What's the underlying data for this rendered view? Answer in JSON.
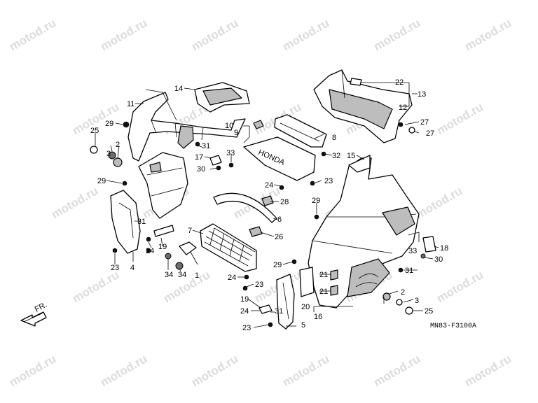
{
  "watermark": "motod.ru",
  "diagram_code": "MN83-F3100A",
  "direction_label": "FR.",
  "emblem_text": "HONDA",
  "callouts": {
    "c1": "1",
    "c2a": "2",
    "c2b": "2",
    "c3a": "3",
    "c3b": "3",
    "c4": "4",
    "c5": "5",
    "c6": "6",
    "c7": "7",
    "c8": "8",
    "c9": "9",
    "c10": "10",
    "c11": "11",
    "c12": "12",
    "c13": "13",
    "c14": "14",
    "c15": "15",
    "c16": "16",
    "c17": "17",
    "c18": "18",
    "c19a": "19",
    "c19b": "19",
    "c20": "20",
    "c21a": "21",
    "c21b": "21",
    "c22": "22",
    "c23a": "23",
    "c23b": "23",
    "c23c": "23",
    "c23d": "23",
    "c24a": "24",
    "c24b": "24",
    "c24c": "24",
    "c24d": "24",
    "c25a": "25",
    "c25b": "25",
    "c26": "26",
    "c27a": "27",
    "c27b": "27",
    "c28": "28",
    "c29a": "29",
    "c29b": "29",
    "c29c": "29",
    "c29d": "29",
    "c30a": "30",
    "c30b": "30",
    "c31a": "31",
    "c31b": "31",
    "c31c": "31",
    "c31d": "31",
    "c32": "32",
    "c33a": "33",
    "c33b": "33",
    "c34a": "34",
    "c34b": "34"
  }
}
